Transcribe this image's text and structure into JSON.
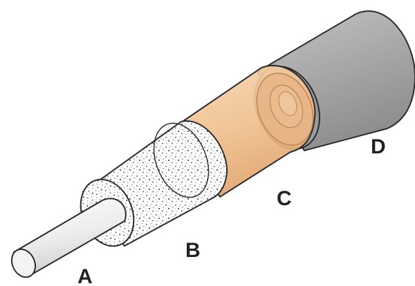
{
  "labels": {
    "a": "A",
    "b": "B",
    "c": "C",
    "d": "D"
  },
  "colors": {
    "conductor": "#eeeeee",
    "dielectric": "#fdfdfd",
    "shield": "#f2c79b",
    "jacket": "#a8a8a8",
    "outline": "#2b2b2b",
    "label": "#222222"
  }
}
